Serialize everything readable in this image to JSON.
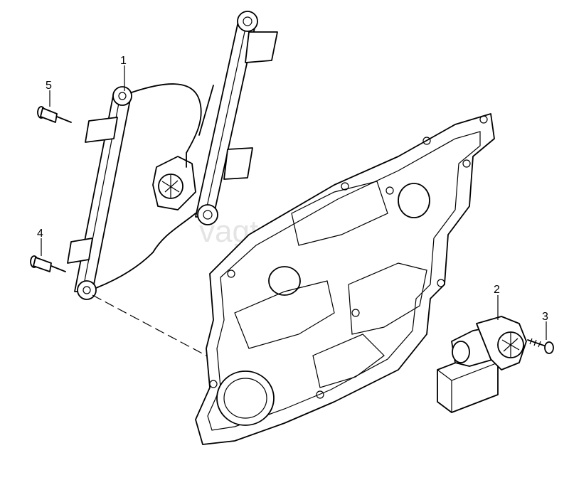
{
  "callouts": [
    {
      "id": "1",
      "text": "1"
    },
    {
      "id": "2",
      "text": "2"
    },
    {
      "id": "3",
      "text": "3"
    },
    {
      "id": "4",
      "text": "4"
    },
    {
      "id": "5",
      "text": "5"
    }
  ],
  "watermark": "vagtec.ru"
}
